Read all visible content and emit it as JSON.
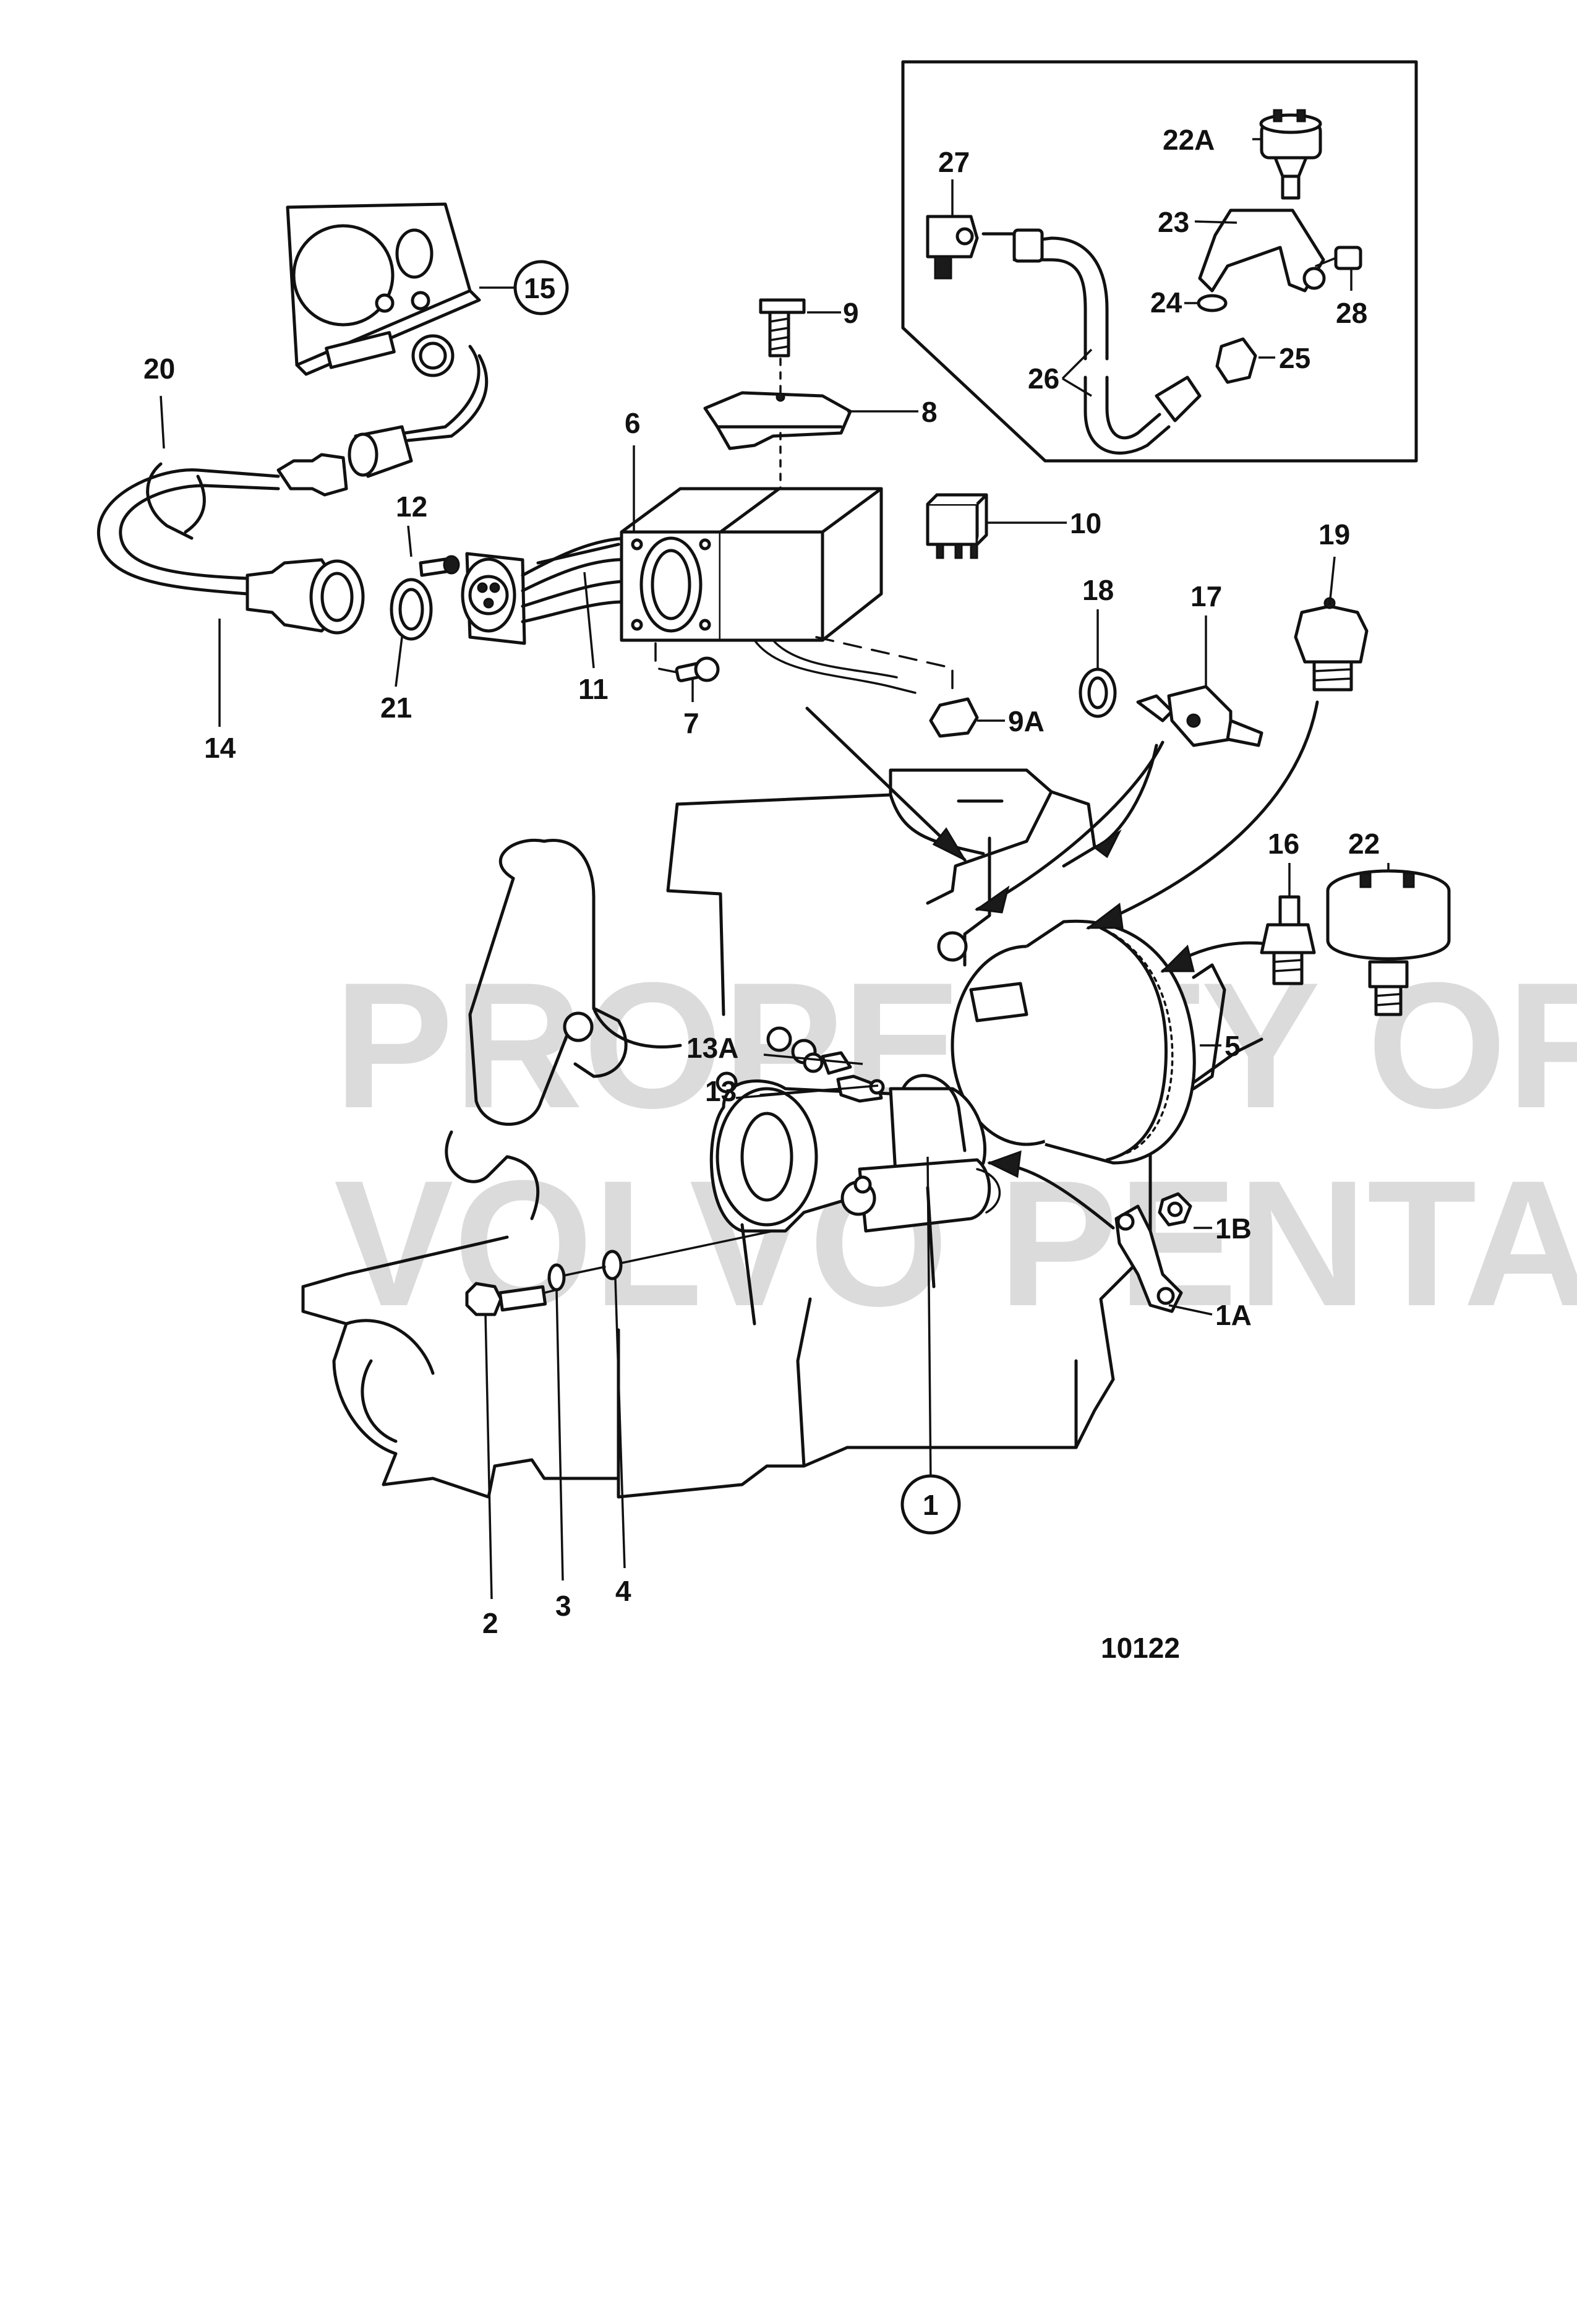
{
  "labels": [
    {
      "id": "20",
      "text": "20"
    },
    {
      "id": "15",
      "text": "15",
      "circled": true
    },
    {
      "id": "9",
      "text": "9"
    },
    {
      "id": "8",
      "text": "8"
    },
    {
      "id": "6",
      "text": "6"
    },
    {
      "id": "12",
      "text": "12"
    },
    {
      "id": "10",
      "text": "10"
    },
    {
      "id": "19",
      "text": "19"
    },
    {
      "id": "18",
      "text": "18"
    },
    {
      "id": "17",
      "text": "17"
    },
    {
      "id": "14",
      "text": "14"
    },
    {
      "id": "21",
      "text": "21"
    },
    {
      "id": "11",
      "text": "11"
    },
    {
      "id": "7",
      "text": "7"
    },
    {
      "id": "9A",
      "text": "9A"
    },
    {
      "id": "16",
      "text": "16"
    },
    {
      "id": "22",
      "text": "22"
    },
    {
      "id": "5",
      "text": "5"
    },
    {
      "id": "13A",
      "text": "13A"
    },
    {
      "id": "13",
      "text": "13"
    },
    {
      "id": "1B",
      "text": "1B"
    },
    {
      "id": "1A",
      "text": "1A"
    },
    {
      "id": "1",
      "text": "1",
      "circled": true
    },
    {
      "id": "2",
      "text": "2"
    },
    {
      "id": "3",
      "text": "3"
    },
    {
      "id": "4",
      "text": "4"
    },
    {
      "id": "22A",
      "text": "22A"
    },
    {
      "id": "27",
      "text": "27"
    },
    {
      "id": "23",
      "text": "23"
    },
    {
      "id": "24",
      "text": "24"
    },
    {
      "id": "28",
      "text": "28"
    },
    {
      "id": "25",
      "text": "25"
    },
    {
      "id": "26",
      "text": "26"
    }
  ],
  "figure_number": "10122",
  "watermark": {
    "line1": "PROPERTY OF",
    "line2": "VOLVO PENTA"
  }
}
